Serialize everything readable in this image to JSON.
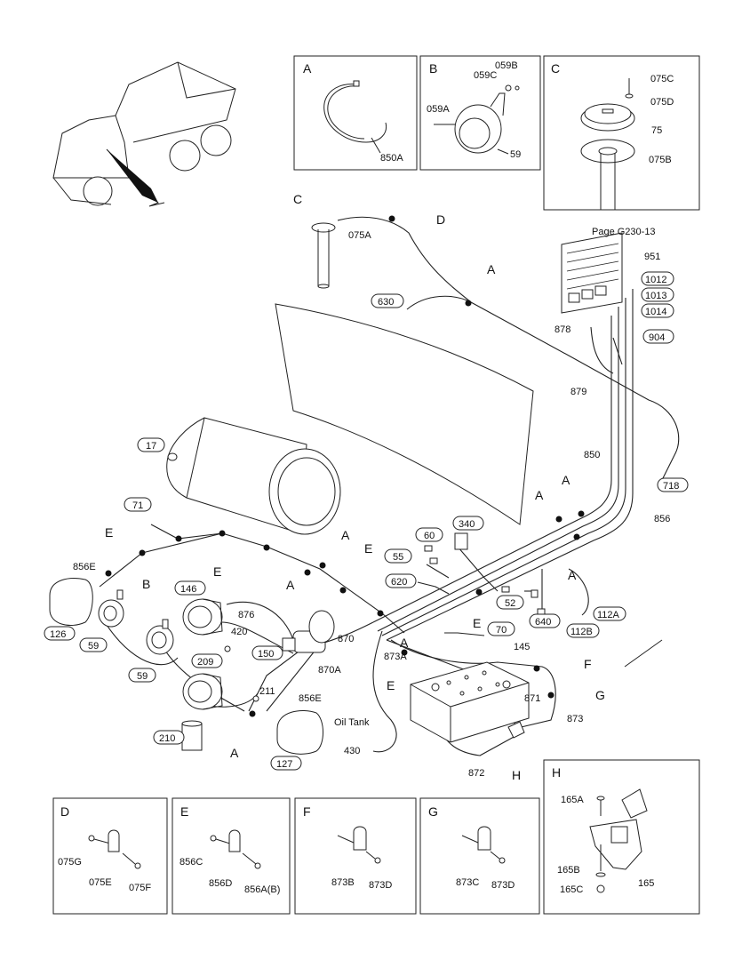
{
  "page_ref": "Page G230-13",
  "oil_tank_label": "Oil Tank",
  "insets": {
    "A": {
      "letter": "A",
      "parts": [
        "850A"
      ]
    },
    "B": {
      "letter": "B",
      "parts": [
        "059B",
        "059C",
        "059A",
        "59"
      ]
    },
    "C": {
      "letter": "C",
      "parts": [
        "075C",
        "075D",
        "75",
        "075B"
      ]
    },
    "D": {
      "letter": "D",
      "parts": [
        "075G",
        "075E",
        "075F"
      ]
    },
    "E": {
      "letter": "E",
      "parts": [
        "856C",
        "856D",
        "856A(B)"
      ]
    },
    "F": {
      "letter": "F",
      "parts": [
        "873B",
        "873D"
      ]
    },
    "G": {
      "letter": "G",
      "parts": [
        "873C",
        "873D"
      ]
    },
    "H": {
      "letter": "H",
      "parts": [
        "165A",
        "165B",
        "165C",
        "165"
      ]
    }
  },
  "main_labels": {
    "plain": [
      "075A",
      "951",
      "878",
      "879",
      "850",
      "856",
      "856E",
      "876",
      "420",
      "870",
      "870A",
      "873A",
      "145",
      "211",
      "856E",
      "871",
      "873",
      "872",
      "430"
    ],
    "circled": [
      "630",
      "1012",
      "1013",
      "1014",
      "904",
      "718",
      "17",
      "71",
      "340",
      "60",
      "55",
      "620",
      "52",
      "640",
      "112A",
      "112B",
      "70",
      "146",
      "126",
      "59",
      "59",
      "150",
      "209",
      "210",
      "127"
    ],
    "section_refs": [
      "C",
      "D",
      "A",
      "A",
      "A",
      "A",
      "E",
      "E",
      "A",
      "A",
      "E",
      "A",
      "E",
      "B",
      "E",
      "F",
      "G",
      "A",
      "E",
      "H"
    ]
  }
}
